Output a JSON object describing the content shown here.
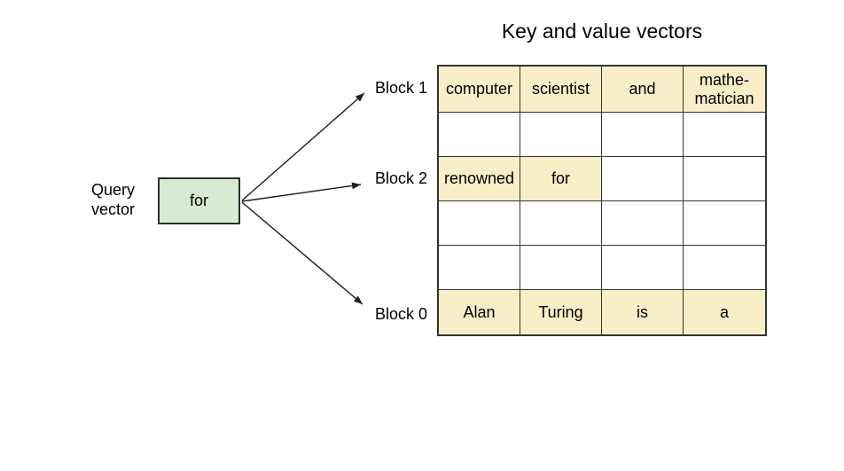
{
  "title": "Key and value vectors",
  "query_vector": {
    "label": "Query\nvector",
    "token": "for"
  },
  "block_labels": [
    "Block 1",
    "Block 2",
    "Block 0"
  ],
  "kv_table": {
    "rows": [
      {
        "cells": [
          "computer",
          "scientist",
          "and",
          "mathe-\nmatician"
        ],
        "filled": [
          true,
          true,
          true,
          true
        ]
      },
      {
        "cells": [
          "",
          "",
          "",
          ""
        ],
        "filled": [
          false,
          false,
          false,
          false
        ]
      },
      {
        "cells": [
          "renowned",
          "for",
          "",
          ""
        ],
        "filled": [
          true,
          true,
          false,
          false
        ]
      },
      {
        "cells": [
          "",
          "",
          "",
          ""
        ],
        "filled": [
          false,
          false,
          false,
          false
        ]
      },
      {
        "cells": [
          "",
          "",
          "",
          ""
        ],
        "filled": [
          false,
          false,
          false,
          false
        ]
      },
      {
        "cells": [
          "Alan",
          "Turing",
          "is",
          "a"
        ],
        "filled": [
          true,
          true,
          true,
          true
        ]
      }
    ]
  },
  "colors": {
    "filled_cell": "#f8eec7",
    "query_box": "#d9ead3",
    "table_border": "#333333",
    "box_border": "#2d2d2d",
    "arrow": "#1d1d1d",
    "text": "#000000"
  }
}
